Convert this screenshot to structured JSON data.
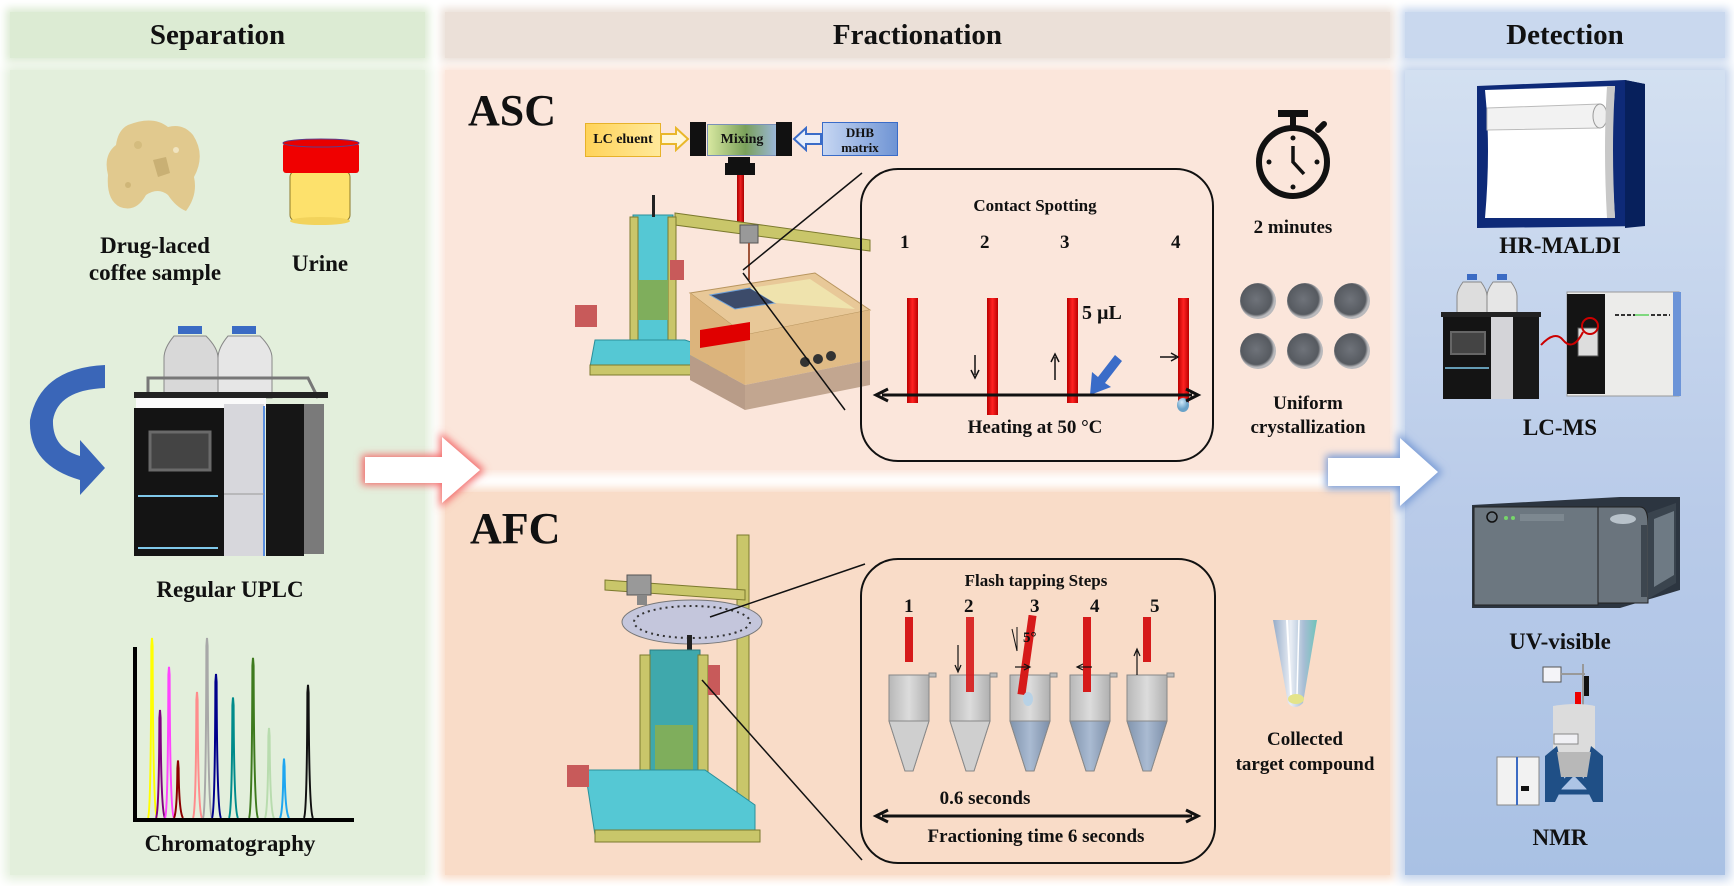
{
  "headers": {
    "separation": "Separation",
    "fractionation": "Fractionation",
    "detection": "Detection"
  },
  "separation": {
    "samples": [
      {
        "label": "Drug-laced coffee sample",
        "line1": "Drug-laced",
        "line2": "coffee sample",
        "icon": "coffee-powder-icon"
      },
      {
        "label": "Urine",
        "icon": "urine-cup-icon"
      }
    ],
    "instrument_label": "Regular UPLC",
    "chromatogram_label": "Chromatography"
  },
  "fractionation": {
    "asc": {
      "title": "ASC",
      "inputs": {
        "left": "LC eluent",
        "center": "Mixing",
        "right_line1": "DHB",
        "right_line2": "matrix"
      },
      "zoom_title": "Contact Spotting",
      "steps": [
        "1",
        "2",
        "3",
        "4"
      ],
      "volume": "5 µL",
      "axis_label": "Heating at 50 °C",
      "time_label": "2 minutes",
      "result_line1": "Uniform",
      "result_line2": "crystallization"
    },
    "afc": {
      "title": "AFC",
      "zoom_title": "Flash tapping Steps",
      "steps": [
        "1",
        "2",
        "3",
        "4",
        "5"
      ],
      "angle": "5°",
      "step_time": "0.6 seconds",
      "axis_label": "Fractioning time 6 seconds",
      "result_line1": "Collected",
      "result_line2": "target compound"
    }
  },
  "detection": {
    "instruments": [
      {
        "label": "HR-MALDI",
        "icon": "maldi-instrument-icon"
      },
      {
        "label": "LC-MS",
        "icon": "lcms-instrument-icon"
      },
      {
        "label": "UV-visible",
        "icon": "uv-visible-instrument-icon"
      },
      {
        "label": "NMR",
        "icon": "nmr-instrument-icon"
      }
    ]
  },
  "colors": {
    "separation_bg": "#e3efdc",
    "fractionation_asc_bg": "#fbe6db",
    "fractionation_afc_bg": "#f9dcc8",
    "detection_bg": "#b9cbe9",
    "capillary_red": "#d01010",
    "flow_arrow_blue": "#3a66b8"
  },
  "chromatogram_peaks": [
    {
      "color": "#ffff00",
      "height": 1.0
    },
    {
      "color": "#800080",
      "height": 0.6
    },
    {
      "color": "#ff44ff",
      "height": 0.84
    },
    {
      "color": "#8b0000",
      "height": 0.32
    },
    {
      "color": "#ff8c8c",
      "height": 0.7
    },
    {
      "color": "#a8a8a8",
      "height": 1.0
    },
    {
      "color": "#00008b",
      "height": 0.8
    },
    {
      "color": "#008b8b",
      "height": 0.67
    },
    {
      "color": "#3e7a1e",
      "height": 0.89
    },
    {
      "color": "#b8dcae",
      "height": 0.5
    },
    {
      "color": "#1ea6f0",
      "height": 0.33
    },
    {
      "color": "#111111",
      "height": 0.74
    }
  ]
}
